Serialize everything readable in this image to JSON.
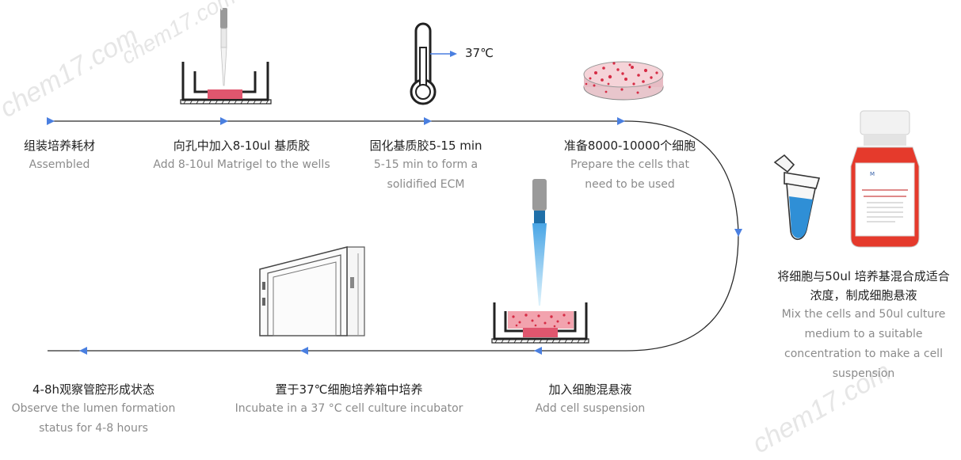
{
  "steps": [
    {
      "zh": "组装培养耗材",
      "en": "Assembled"
    },
    {
      "zh": "向孔中加入8-10ul 基质胶",
      "en": "Add 8-10ul Matrigel to the wells"
    },
    {
      "zh": "固化基质胶5-15 min",
      "en": "5-15 min to form a solidified ECM"
    },
    {
      "zh": "准备8000-10000个细胞",
      "en": "Prepare the cells that need to be used"
    },
    {
      "zh": "将细胞与50ul 培养基混合成适合浓度，制成细胞悬液",
      "en": "Mix the cells and 50ul culture medium to a suitable concentration to make a cell suspension"
    },
    {
      "zh": "加入细胞混悬液",
      "en": "Add cell suspension"
    },
    {
      "zh": "置于37℃细胞培养箱中培养",
      "en": "Incubate in a 37 °C cell culture incubator"
    },
    {
      "zh": "4-8h观察管腔形成状态",
      "en": "Observe the lumen formation status for 4-8 hours"
    }
  ],
  "temperature_label": "37℃",
  "watermarks": [
    "chem17.com",
    "chem17.com",
    "chem17.com"
  ],
  "colors": {
    "arrow": "#4a7fe0",
    "line": "#2b2b2b",
    "matrigel": "#e0566e",
    "cells": "#f2a3ae",
    "pipette_tip": "#6fc3ee",
    "medium": "#e53a2c"
  }
}
